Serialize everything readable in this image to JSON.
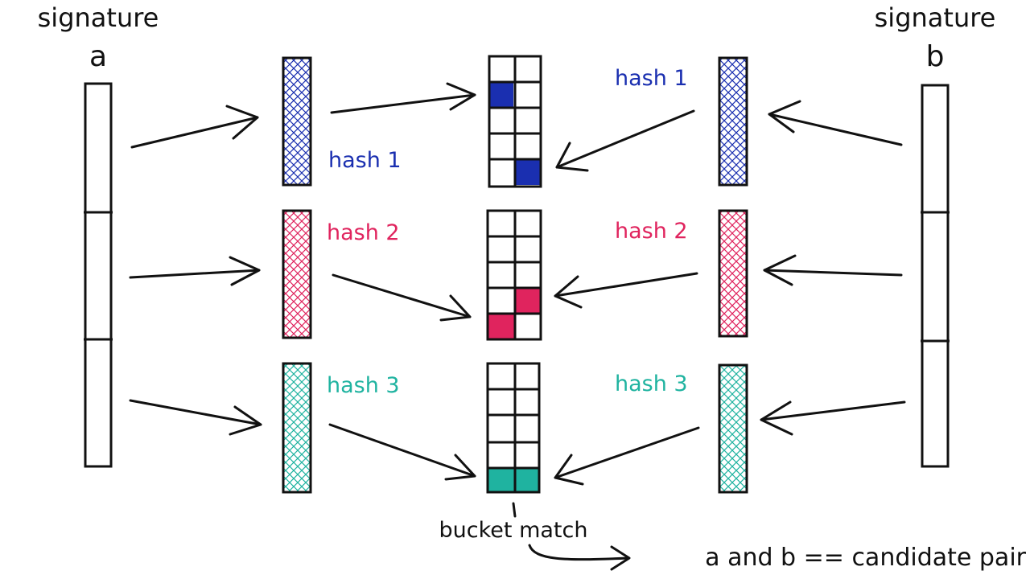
{
  "labels": {
    "signature_a_title": "signature",
    "signature_a_letter": "a",
    "signature_b_title": "signature",
    "signature_b_letter": "b",
    "left_hash_1": "hash 1",
    "left_hash_2": "hash 2",
    "left_hash_3": "hash 3",
    "right_hash_1": "hash 1",
    "right_hash_2": "hash 2",
    "right_hash_3": "hash 3",
    "bucket_match": "bucket match",
    "conclusion": "a and b == candidate pair"
  },
  "colors": {
    "hash_1": "#1a2fb0",
    "hash_2": "#e0245e",
    "hash_3": "#1fb3a0",
    "ink": "#111111"
  }
}
